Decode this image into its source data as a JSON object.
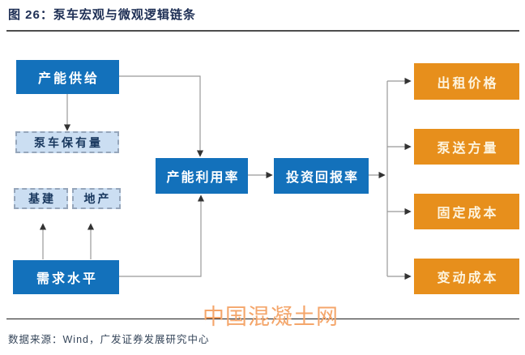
{
  "figure": {
    "title": "图 26：泵车宏观与微观逻辑链条",
    "watermark": "中国混凝土网",
    "source": "数据来源：Wind，广发证券发展研究中心"
  },
  "nodes": {
    "capacity_supply": {
      "label": "产能供给",
      "style": "solid-blue"
    },
    "pump_truck_stock": {
      "label": "泵车保有量",
      "style": "dashed-light-blue"
    },
    "infrastructure": {
      "label": "基建",
      "style": "dashed-light-blue"
    },
    "real_estate": {
      "label": "地产",
      "style": "dashed-light-blue"
    },
    "demand_level": {
      "label": "需求水平",
      "style": "solid-blue"
    },
    "capacity_utilization": {
      "label": "产能利用率",
      "style": "solid-blue"
    },
    "return_on_investment": {
      "label": "投资回报率",
      "style": "solid-blue"
    },
    "rental_price": {
      "label": "出租价格",
      "style": "solid-orange"
    },
    "pumping_volume": {
      "label": "泵送方量",
      "style": "solid-orange"
    },
    "fixed_cost": {
      "label": "固定成本",
      "style": "solid-orange"
    },
    "variable_cost": {
      "label": "变动成本",
      "style": "solid-orange"
    }
  },
  "edges": [
    {
      "from": "产能供给",
      "to": "泵车保有量"
    },
    {
      "from": "产能供给",
      "to": "产能利用率"
    },
    {
      "from": "需求水平",
      "to": "基建"
    },
    {
      "from": "需求水平",
      "to": "地产"
    },
    {
      "from": "需求水平",
      "to": "产能利用率"
    },
    {
      "from": "产能利用率",
      "to": "投资回报率"
    },
    {
      "from": "投资回报率",
      "to": "出租价格"
    },
    {
      "from": "投资回报率",
      "to": "泵送方量"
    },
    {
      "from": "投资回报率",
      "to": "固定成本"
    },
    {
      "from": "投资回报率",
      "to": "变动成本"
    }
  ],
  "colors": {
    "solid_box_blue": "#1371BB",
    "dashed_box_fill": "#CBDEF2",
    "dashed_box_border": "#96A6BB",
    "orange_box": "#E78F1C",
    "navy_text": "#17365D",
    "title_text": "#1E2F55",
    "watermark_text": "#F4A66B",
    "connector_line": "#999999",
    "arrowhead": "#333333"
  }
}
